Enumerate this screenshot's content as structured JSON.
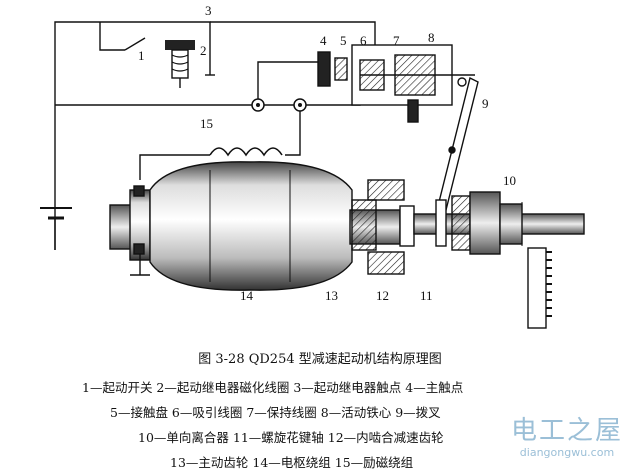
{
  "diagram": {
    "labels": {
      "n1": "1",
      "n2": "2",
      "n3": "3",
      "n4": "4",
      "n5": "5",
      "n6": "6",
      "n7": "7",
      "n8": "8",
      "n9": "9",
      "n10": "10",
      "n11": "11",
      "n12": "12",
      "n13": "13",
      "n14": "14",
      "n15": "15"
    }
  },
  "caption": {
    "title": "图 3-28   QD254 型减速起动机结构原理图",
    "legend_lines": [
      "1—起动开关   2—起动继电器磁化线圈   3—起动继电器触点   4—主触点",
      "5—接触盘   6—吸引线圈   7—保持线圈   8—活动铁心   9—拨叉",
      "10—单向离合器   11—螺旋花键轴   12—内啮合减速齿轮",
      "13—主动齿轮   14—电枢绕组   15—励磁绕组"
    ]
  },
  "watermark": {
    "logo_text": "电工之屋",
    "url_text": "diangongwu.com"
  }
}
